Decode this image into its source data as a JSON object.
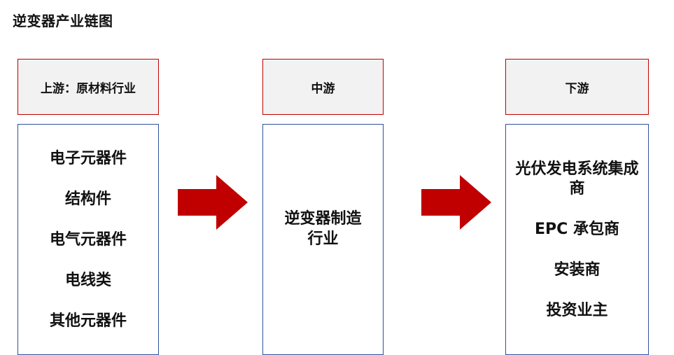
{
  "title": "逆变器产业链图",
  "upstream": {
    "header": "上游：原材料行业",
    "items": [
      "电子元器件",
      "结构件",
      "电气元器件",
      "电线类",
      "其他元器件"
    ]
  },
  "midstream": {
    "header": "中游",
    "items": [
      "逆变器制造行业"
    ]
  },
  "downstream": {
    "header": "下游",
    "items": [
      "光伏发电系统集成商",
      "EPC 承包商",
      "安装商",
      "投资业主"
    ]
  },
  "colors": {
    "header_border": "#c00000",
    "header_fill": "#f2f2f2",
    "content_border": "#2f4f9f",
    "arrow": "#c00000"
  },
  "icons": [
    "arrow-right-icon",
    "arrow-right-icon"
  ]
}
